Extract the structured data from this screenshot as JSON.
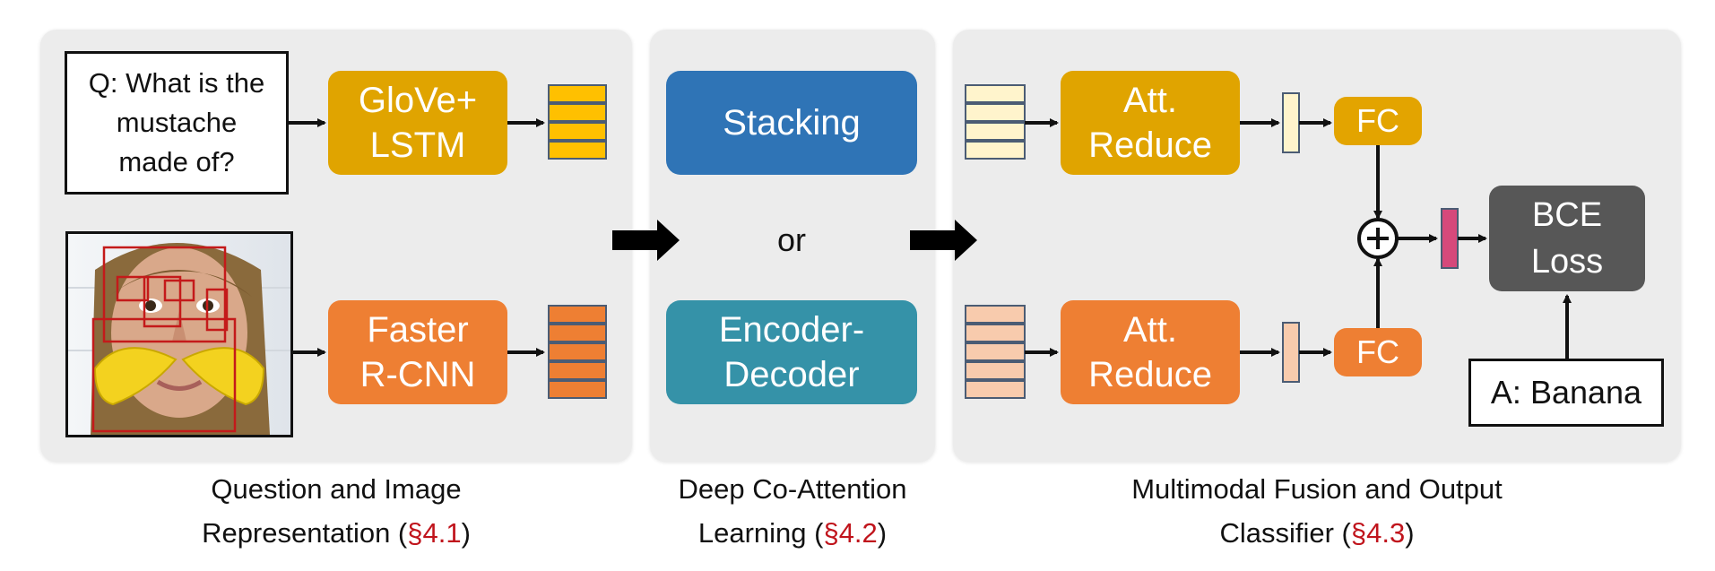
{
  "colors": {
    "glove": "#e0a400",
    "faster": "#ee7f33",
    "stacking": "#2f74b6",
    "encoder": "#3592a8",
    "fc_top": "#e3a400",
    "fc_bottom": "#ee7f33",
    "bce": "#575757",
    "fused": "#d6497b",
    "ref": "#c0141c",
    "panel_bg": "#ececec"
  },
  "section1": {
    "question_box": "Q: What is the\nmustache\nmade of?",
    "glove_lstm": "GloVe+\nLSTM",
    "faster_rcnn": "Faster\nR-CNN",
    "image_alt": "face photo with banana mustache and detection boxes",
    "caption_line1": "Question and Image",
    "caption_line2": "Representation (",
    "caption_ref": "§4.1",
    "caption_end": ")"
  },
  "section2": {
    "stacking": "Stacking",
    "or": "or",
    "encoder_decoder": "Encoder-\nDecoder",
    "caption_line1": "Deep Co-Attention",
    "caption_line2": "Learning (",
    "caption_ref": "§4.2",
    "caption_end": ")"
  },
  "section3": {
    "att_reduce_top": "Att.\nReduce",
    "att_reduce_bottom": "Att.\nReduce",
    "fc_top": "FC",
    "fc_bottom": "FC",
    "plus": "+",
    "bce_loss": "BCE\nLoss",
    "answer_box": "A: Banana",
    "caption_line1": "Multimodal Fusion and Output",
    "caption_line2": "Classifier (",
    "caption_ref": "§4.3",
    "caption_end": ")"
  }
}
